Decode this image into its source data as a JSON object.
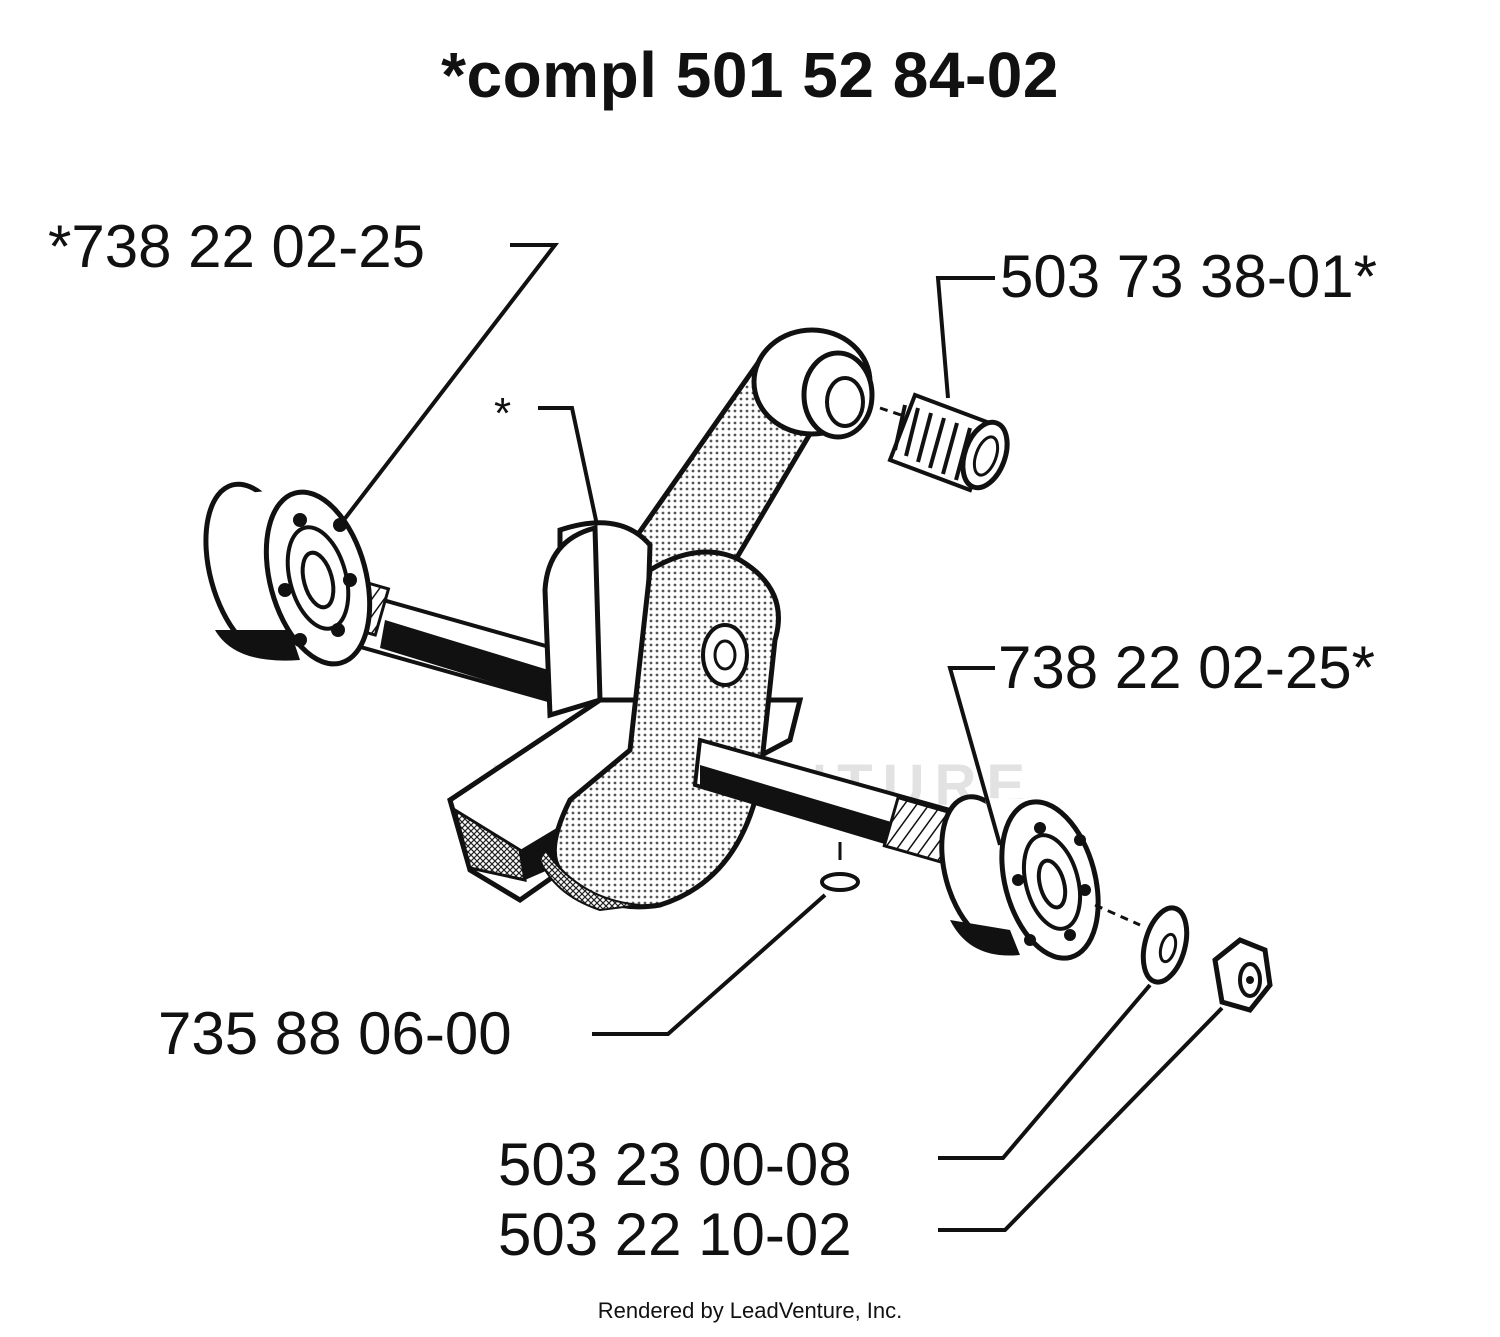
{
  "diagram": {
    "title": "*compl 501 52 84-02",
    "callouts": {
      "bearing_left": "*738 22 02-25",
      "needle_bearing": "503 73 38-01*",
      "crankshaft_marker": "*",
      "bearing_right": "738 22 02-25*",
      "key": "735 88 06-00",
      "washer": "503 23 00-08",
      "nut": "503 22 10-02"
    },
    "watermark": "LEADVENTURE",
    "footer": "Rendered by LeadVenture, Inc."
  }
}
